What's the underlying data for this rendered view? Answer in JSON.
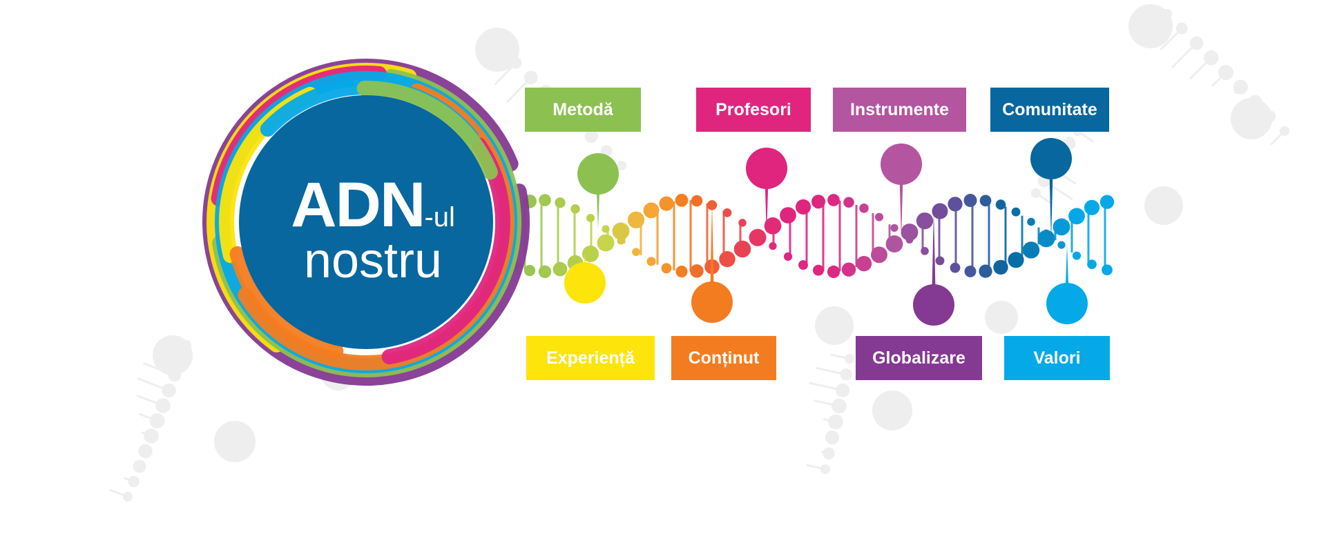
{
  "title": {
    "main": "ADN",
    "suffix": "-ul",
    "line2": "nostru"
  },
  "colors": {
    "navy": "#07679e",
    "green": "#8cc152",
    "magenta": "#e0257f",
    "purple_pink": "#b455a0",
    "dark_blue": "#07679e",
    "yellow": "#fde40b",
    "orange": "#f47c20",
    "violet": "#843992",
    "cyan": "#05a9e8",
    "ghost": "#eeeeee"
  },
  "labels_top": [
    {
      "text": "Metodă",
      "color": "#8cc152"
    },
    {
      "text": "Profesori",
      "color": "#e0257f"
    },
    {
      "text": "Instrumente",
      "color": "#b455a0"
    },
    {
      "text": "Comunitate",
      "color": "#07679e"
    }
  ],
  "labels_bottom": [
    {
      "text": "Experiență",
      "color": "#fde40b"
    },
    {
      "text": "Conținut",
      "color": "#f47c20"
    },
    {
      "text": "Globalizare",
      "color": "#843992"
    },
    {
      "text": "Valori",
      "color": "#05a9e8"
    }
  ]
}
